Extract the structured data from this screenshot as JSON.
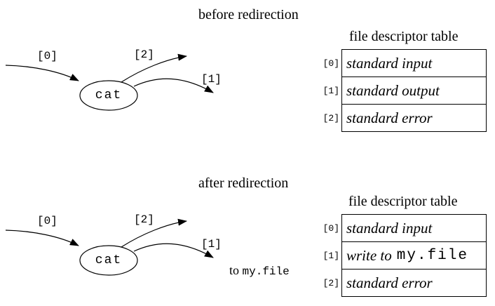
{
  "colors": {
    "ink": "#000000",
    "paper": "#ffffff"
  },
  "before": {
    "title": "before redirection",
    "diagram": {
      "process_label": "cat",
      "fd0_label": "[0]",
      "fd1_label": "[1]",
      "fd2_label": "[2]"
    },
    "table": {
      "heading": "file descriptor table",
      "rows": [
        {
          "index": "[0]",
          "value": "standard input",
          "mono": ""
        },
        {
          "index": "[1]",
          "value": "standard output",
          "mono": ""
        },
        {
          "index": "[2]",
          "value": "standard error",
          "mono": ""
        }
      ]
    }
  },
  "after": {
    "title": "after redirection",
    "diagram": {
      "process_label": "cat",
      "fd0_label": "[0]",
      "fd1_label": "[1]",
      "fd2_label": "[2]"
    },
    "annotation": {
      "prefix": "to",
      "file": "my.file"
    },
    "table": {
      "heading": "file descriptor table",
      "rows": [
        {
          "index": "[0]",
          "value": "standard input",
          "mono": ""
        },
        {
          "index": "[1]",
          "value": "write to",
          "mono": "my.file"
        },
        {
          "index": "[2]",
          "value": "standard error",
          "mono": ""
        }
      ]
    }
  }
}
